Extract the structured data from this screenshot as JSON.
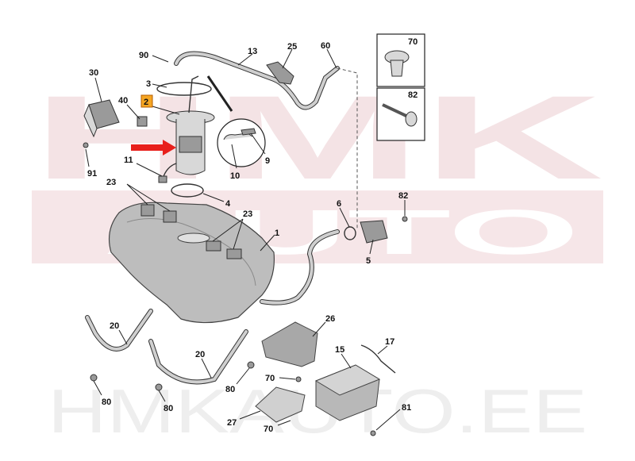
{
  "watermark": {
    "top": "HMK",
    "middle": "AUTO",
    "bottom": "HMKAUTO.EE",
    "color": "#f4e3e5"
  },
  "highlight_color": "#f5a623",
  "arrow_color": "#e8201c",
  "callouts": [
    {
      "id": "c90",
      "label": "90"
    },
    {
      "id": "c13",
      "label": "13"
    },
    {
      "id": "c25",
      "label": "25"
    },
    {
      "id": "c60",
      "label": "60"
    },
    {
      "id": "c30",
      "label": "30"
    },
    {
      "id": "c3",
      "label": "3"
    },
    {
      "id": "c40",
      "label": "40"
    },
    {
      "id": "c2",
      "label": "2"
    },
    {
      "id": "c11",
      "label": "11"
    },
    {
      "id": "c91",
      "label": "91"
    },
    {
      "id": "c10",
      "label": "10"
    },
    {
      "id": "c9",
      "label": "9"
    },
    {
      "id": "c23a",
      "label": "23"
    },
    {
      "id": "c4",
      "label": "4"
    },
    {
      "id": "c23b",
      "label": "23"
    },
    {
      "id": "c1",
      "label": "1"
    },
    {
      "id": "c6",
      "label": "6"
    },
    {
      "id": "c82a",
      "label": "82"
    },
    {
      "id": "c5",
      "label": "5"
    },
    {
      "id": "c20a",
      "label": "20"
    },
    {
      "id": "c20b",
      "label": "20"
    },
    {
      "id": "c26",
      "label": "26"
    },
    {
      "id": "c15",
      "label": "15"
    },
    {
      "id": "c17",
      "label": "17"
    },
    {
      "id": "c70a",
      "label": "70"
    },
    {
      "id": "c80a",
      "label": "80"
    },
    {
      "id": "c80b",
      "label": "80"
    },
    {
      "id": "c80c",
      "label": "80"
    },
    {
      "id": "c27",
      "label": "27"
    },
    {
      "id": "c70b",
      "label": "70"
    },
    {
      "id": "c81",
      "label": "81"
    },
    {
      "id": "c70box",
      "label": "70"
    },
    {
      "id": "c82box",
      "label": "82"
    }
  ]
}
